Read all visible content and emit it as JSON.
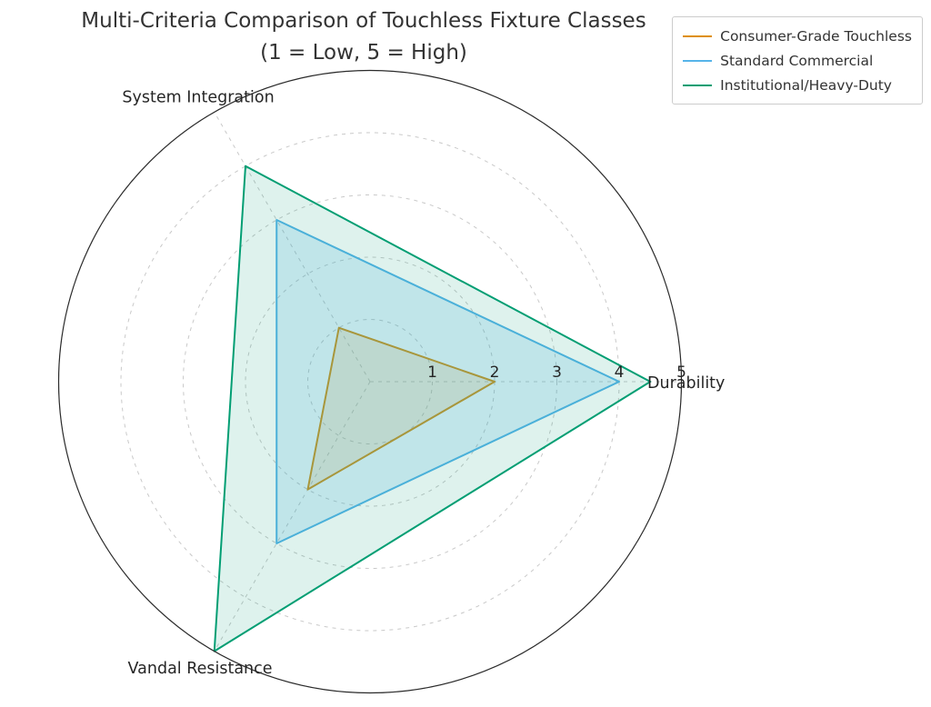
{
  "title": {
    "line1": "Multi-Criteria Comparison of Touchless Fixture Classes",
    "line2": "(1 = Low, 5 = High)"
  },
  "legend": {
    "position": "top-right",
    "entries": [
      {
        "label": "Consumer-Grade Touchless",
        "color": "#DE8F05"
      },
      {
        "label": "Standard Commercial",
        "color": "#56B4E9"
      },
      {
        "label": "Institutional/Heavy-Duty",
        "color": "#029E73"
      }
    ]
  },
  "chart_data": {
    "type": "radar",
    "title": "Multi-Criteria Comparison of Touchless Fixture Classes (1 = Low, 5 = High)",
    "categories": [
      "Durability",
      "System Integration",
      "Vandal Resistance"
    ],
    "series": [
      {
        "name": "Consumer-Grade Touchless",
        "color": "#DE8F05",
        "fill_alpha": 0.15,
        "values": [
          2,
          1,
          2
        ]
      },
      {
        "name": "Standard Commercial",
        "color": "#56B4E9",
        "fill_alpha": 0.2,
        "values": [
          4,
          3,
          3
        ]
      },
      {
        "name": "Institutional/Heavy-Duty",
        "color": "#029E73",
        "fill_alpha": 0.13,
        "values": [
          4.5,
          4,
          5
        ]
      }
    ],
    "radial_ticks": [
      1,
      2,
      3,
      4,
      5
    ],
    "r_min": 0,
    "r_max": 5,
    "grid": true,
    "grid_style": "dashed",
    "legend_position": "top-right"
  },
  "colors": {
    "grid": "#c9c9c9",
    "spine": "#2b2b2b",
    "text": "#262626",
    "title": "#333333"
  }
}
